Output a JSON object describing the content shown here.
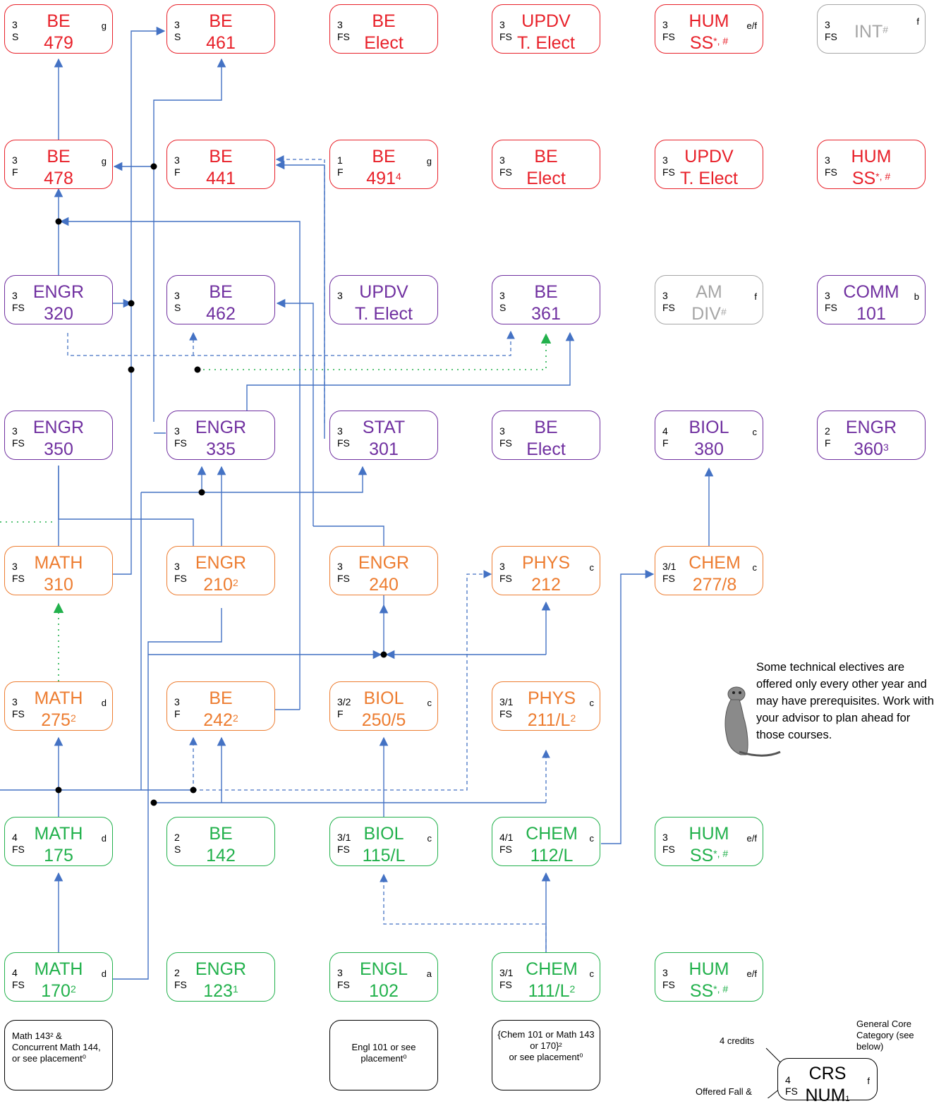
{
  "courses": {
    "be479": {
      "credits": "3",
      "offered": "S",
      "line1": "BE",
      "line2": "479",
      "cat": "g"
    },
    "be461": {
      "credits": "3",
      "offered": "S",
      "line1": "BE",
      "line2": "461",
      "cat": ""
    },
    "beelect1": {
      "credits": "3",
      "offered": "FS",
      "line1": "BE",
      "line2": "Elect",
      "cat": ""
    },
    "updv1": {
      "credits": "3",
      "offered": "FS",
      "line1": "UPDV",
      "line2": "T. Elect",
      "cat": ""
    },
    "humss1": {
      "credits": "3",
      "offered": "FS",
      "line1": "HUM",
      "line2": "SS",
      "sup": "*, #",
      "cat": "e/f"
    },
    "int": {
      "credits": "3",
      "offered": "FS",
      "line1": "INT",
      "sup": "#",
      "cat": "f"
    },
    "be478": {
      "credits": "3",
      "offered": "F",
      "line1": "BE",
      "line2": "478",
      "cat": "g"
    },
    "be441": {
      "credits": "3",
      "offered": "F",
      "line1": "BE",
      "line2": "441",
      "cat": ""
    },
    "be491": {
      "credits": "1",
      "offered": "F",
      "line1": "BE",
      "line2": "491",
      "sup": "4",
      "cat": "g"
    },
    "beelect2": {
      "credits": "3",
      "offered": "FS",
      "line1": "BE",
      "line2": "Elect",
      "cat": ""
    },
    "updv2": {
      "credits": "3",
      "offered": "FS",
      "line1": "UPDV",
      "line2": "T. Elect",
      "cat": ""
    },
    "humss2": {
      "credits": "3",
      "offered": "FS",
      "line1": "HUM",
      "line2": "SS",
      "sup": "*, #",
      "cat": ""
    },
    "engr320": {
      "credits": "3",
      "offered": "FS",
      "line1": "ENGR",
      "line2": "320",
      "cat": ""
    },
    "be462": {
      "credits": "3",
      "offered": "S",
      "line1": "BE",
      "line2": "462",
      "cat": ""
    },
    "updv3": {
      "credits": "3",
      "offered": "",
      "line1": "UPDV",
      "line2": "T. Elect",
      "cat": ""
    },
    "be361": {
      "credits": "3",
      "offered": "S",
      "line1": "BE",
      "line2": "361",
      "cat": ""
    },
    "amdiv": {
      "credits": "3",
      "offered": "FS",
      "line1": "AM",
      "line2": "DIV",
      "sup": "#",
      "cat": "f"
    },
    "comm101": {
      "credits": "3",
      "offered": "FS",
      "line1": "COMM",
      "line2": "101",
      "cat": "b"
    },
    "engr350": {
      "credits": "3",
      "offered": "FS",
      "line1": "ENGR",
      "line2": "350",
      "cat": ""
    },
    "engr335": {
      "credits": "3",
      "offered": "FS",
      "line1": "ENGR",
      "line2": "335",
      "cat": ""
    },
    "stat301": {
      "credits": "3",
      "offered": "FS",
      "line1": "STAT",
      "line2": "301",
      "cat": ""
    },
    "beelect3": {
      "credits": "3",
      "offered": "FS",
      "line1": "BE",
      "line2": "Elect",
      "cat": ""
    },
    "biol380": {
      "credits": "4",
      "offered": "F",
      "line1": "BIOL",
      "line2": "380",
      "cat": "c"
    },
    "engr360": {
      "credits": "2",
      "offered": "F",
      "line1": "ENGR",
      "line2": "360",
      "sup": "3",
      "cat": ""
    },
    "math310": {
      "credits": "3",
      "offered": "FS",
      "line1": "MATH",
      "line2": "310",
      "cat": ""
    },
    "engr210": {
      "credits": "3",
      "offered": "FS",
      "line1": "ENGR",
      "line2": "210",
      "sup": "2",
      "cat": ""
    },
    "engr240": {
      "credits": "3",
      "offered": "FS",
      "line1": "ENGR",
      "line2": "240",
      "cat": ""
    },
    "phys212": {
      "credits": "3",
      "offered": "FS",
      "line1": "PHYS",
      "line2": "212",
      "cat": "c"
    },
    "chem277": {
      "credits": "3/1",
      "offered": "FS",
      "line1": "CHEM",
      "line2": "277/8",
      "cat": "c"
    },
    "math275": {
      "credits": "3",
      "offered": "FS",
      "line1": "MATH",
      "line2": "275",
      "sup": "2",
      "cat": "d"
    },
    "be242": {
      "credits": "3",
      "offered": "F",
      "line1": "BE",
      "line2": "242",
      "sup": "2",
      "cat": ""
    },
    "biol250": {
      "credits": "3/2",
      "offered": "F",
      "line1": "BIOL",
      "line2": "250/5",
      "cat": "c"
    },
    "phys211": {
      "credits": "3/1",
      "offered": "FS",
      "line1": "PHYS",
      "line2": "211/L",
      "sup": "2",
      "cat": "c"
    },
    "math175": {
      "credits": "4",
      "offered": "FS",
      "line1": "MATH",
      "line2": "175",
      "cat": "d"
    },
    "be142": {
      "credits": "2",
      "offered": "S",
      "line1": "BE",
      "line2": "142",
      "cat": ""
    },
    "biol115": {
      "credits": "3/1",
      "offered": "FS",
      "line1": "BIOL",
      "line2": "115/L",
      "cat": "c"
    },
    "chem112": {
      "credits": "4/1",
      "offered": "FS",
      "line1": "CHEM",
      "line2": "112/L",
      "cat": "c"
    },
    "humss3": {
      "credits": "3",
      "offered": "FS",
      "line1": "HUM",
      "line2": "SS",
      "sup": "*, #",
      "cat": "e/f"
    },
    "math170": {
      "credits": "4",
      "offered": "FS",
      "line1": "MATH",
      "line2": "170",
      "sup": "2",
      "cat": "d"
    },
    "engr123": {
      "credits": "2",
      "offered": "FS",
      "line1": "ENGR",
      "line2": "123",
      "sup": "1",
      "cat": ""
    },
    "engl102": {
      "credits": "3",
      "offered": "FS",
      "line1": "ENGL",
      "line2": "102",
      "cat": "a"
    },
    "chem111": {
      "credits": "3/1",
      "offered": "FS",
      "line1": "CHEM",
      "line2": "111/L",
      "sup": "2",
      "cat": "c"
    },
    "humss4": {
      "credits": "3",
      "offered": "FS",
      "line1": "HUM",
      "line2": "SS",
      "sup": "*, #",
      "cat": "e/f"
    }
  },
  "notes": {
    "math": "Math 143² &\nConcurrent Math 144, or see placement⁰",
    "engl": "Engl 101 or see placement⁰",
    "chem": "{Chem 101 or Math 143 or 170}²\nor see placement⁰"
  },
  "message": "Some technical electives are\noffered only every other year and\nmay have prerequisites. Work with\nyour advisor to plan ahead for\nthose courses.",
  "legend": {
    "credits": "4",
    "offered": "FS",
    "line1": "CRS",
    "line2": "NUM",
    "sup": "1",
    "cat": "f",
    "credits_label": "4 credits",
    "category_label": "General Core\nCategory (see below)",
    "offered_label": "Offered Fall &"
  },
  "colors": {
    "red": "#e8212a",
    "purple": "#7030a0",
    "orange": "#ed7d31",
    "green": "#22b14c",
    "gray": "#a6a6a6",
    "arrow": "#4472c4",
    "coreq": "#22b14c"
  }
}
